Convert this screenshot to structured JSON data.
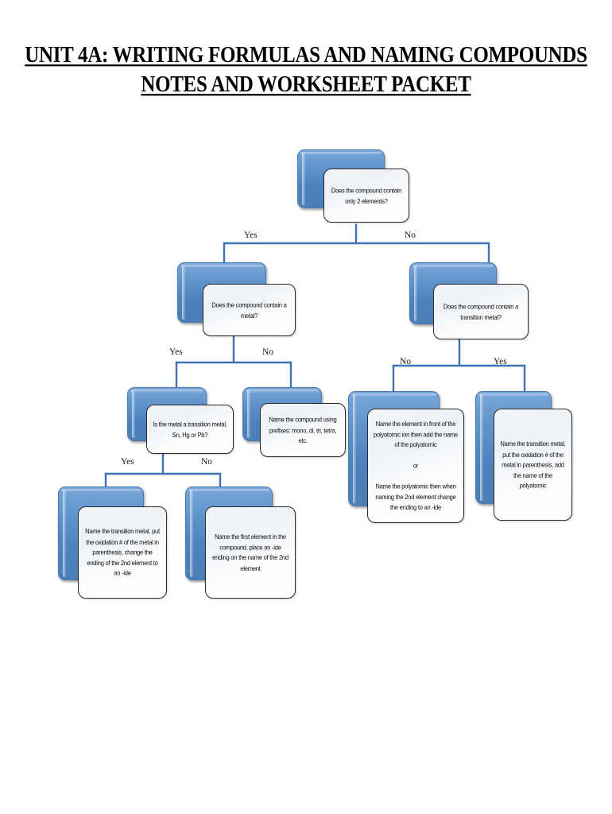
{
  "document": {
    "title_lines": [
      "UNIT 4A: WRITING FORMULAS AND NAMING COMPOUNDS",
      "NOTES AND WORKSHEET PACKET"
    ]
  },
  "colors": {
    "plate_blue": "#4d82bd",
    "plate_blue_light": "#7aa6d8",
    "card_border": "#2b2b2b",
    "card_fill": "#f4f7fa",
    "connector": "#3f73b0",
    "text": "#0d0d0d",
    "page_background": "#ffffff"
  },
  "chart_data": {
    "type": "diagram",
    "title": "Naming Compounds Decision Flowchart",
    "nodes": [
      {
        "id": "n1",
        "kind": "decision",
        "text": "Does the compound contain only 2 elements?"
      },
      {
        "id": "n2",
        "kind": "decision",
        "text": "Does the compound contain a metal?"
      },
      {
        "id": "n3",
        "kind": "decision",
        "text": "Does the compound contain a transition metal?"
      },
      {
        "id": "n4",
        "kind": "decision",
        "text": "Is the metal a transition metal, Sn, Hg or Pb?"
      },
      {
        "id": "n5",
        "kind": "result",
        "text": "Name the compound using prefixes: mono, di, tri, tetra, etc."
      },
      {
        "id": "n6",
        "kind": "result",
        "text": "Name the element in front of the polyatomic ion then add the name of the polyatomic\n\nor\n\nName the polyatomic then when naming the 2nd element change the ending to an -ide"
      },
      {
        "id": "n7",
        "kind": "result",
        "text": "Name the transition metal, put the oxidation # of the metal in parenthesis, add the name of the polyatomic"
      },
      {
        "id": "n8",
        "kind": "result",
        "text": "Name the transition metal, put the oxidation # of the metal in parenthesis, change the ending of the 2nd element to an -ide"
      },
      {
        "id": "n9",
        "kind": "result",
        "text": "Name the first element in the compound, place an -ide ending on the name of the 2nd element"
      }
    ],
    "edges": [
      {
        "from": "n1",
        "to": "n2",
        "label": "Yes"
      },
      {
        "from": "n1",
        "to": "n3",
        "label": "No"
      },
      {
        "from": "n2",
        "to": "n4",
        "label": "Yes"
      },
      {
        "from": "n2",
        "to": "n5",
        "label": "No"
      },
      {
        "from": "n3",
        "to": "n6",
        "label": "No"
      },
      {
        "from": "n3",
        "to": "n7",
        "label": "Yes"
      },
      {
        "from": "n4",
        "to": "n8",
        "label": "Yes"
      },
      {
        "from": "n4",
        "to": "n9",
        "label": "No"
      }
    ],
    "edge_labels": {
      "l1_yes": "Yes",
      "l1_no": "No",
      "l2_yes": "Yes",
      "l2_no": "No",
      "l3_no": "No",
      "l3_yes": "Yes",
      "l4_yes": "Yes",
      "l4_no": "No"
    }
  }
}
